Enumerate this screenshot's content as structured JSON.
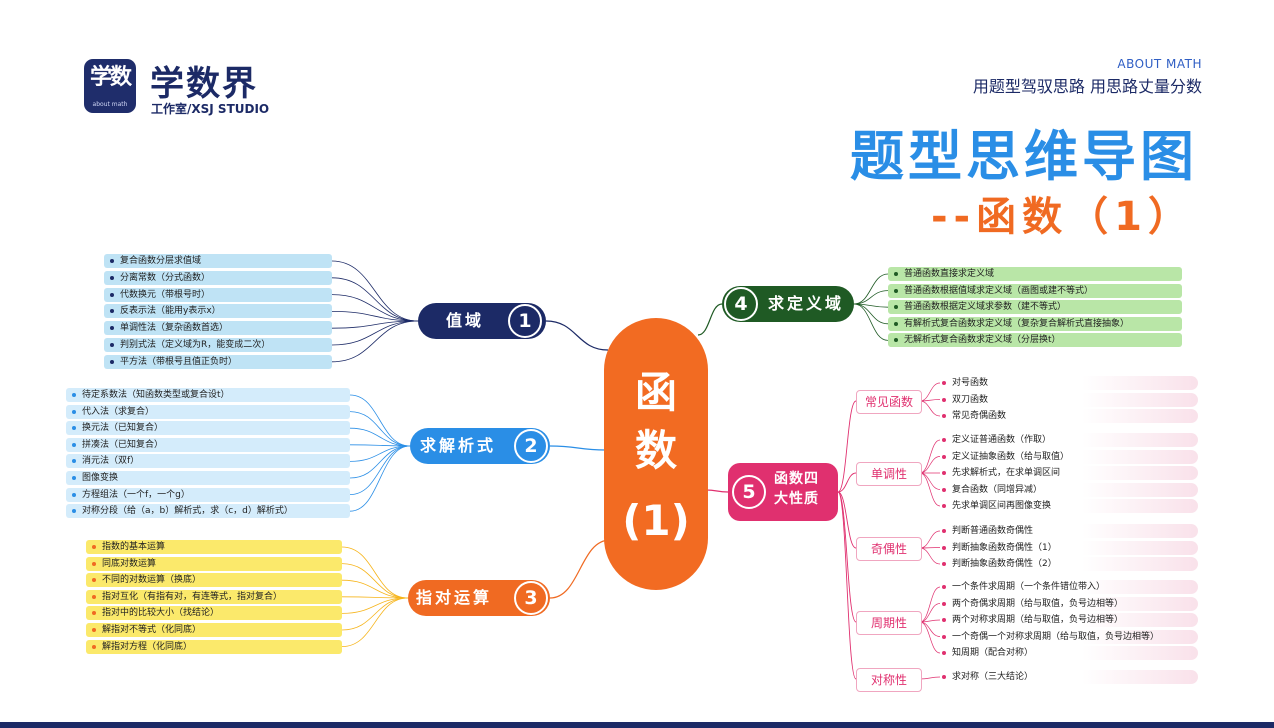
{
  "brand": {
    "logo_glyph": "学数",
    "logo_sub": "about math",
    "title": "学数界",
    "subtitle": "工作室/XSJ STUDIO"
  },
  "header": {
    "about": "ABOUT MATH",
    "slogan": "用题型驾驭思路  用思路丈量分数",
    "title": "题型思维导图",
    "subtitle": "--函数（1）"
  },
  "center": {
    "line1": "函",
    "line2": "数",
    "line3": "(1)"
  },
  "colors": {
    "orange": "#f26b22",
    "navy": "#1c2a66",
    "blue": "#2a8ee6",
    "green": "#1f5a24",
    "pink": "#e0306f",
    "yellow": "#f6b41a"
  },
  "branches": {
    "b1": {
      "label": "值域",
      "num": "1",
      "items": [
        "复合函数分层求值域",
        "分离常数（分式函数）",
        "代数换元（带根号时）",
        "反表示法（能用y表示x）",
        "单调性法（复杂函数首选）",
        "判别式法（定义域为R，能变成二次）",
        "平方法（带根号且值正负时）"
      ]
    },
    "b2": {
      "label": "求解析式",
      "num": "2",
      "items": [
        "待定系数法（知函数类型或复合设t）",
        "代入法（求复合）",
        "换元法（已知复合）",
        "拼凑法（已知复合）",
        "消元法（双f）",
        "图像变换",
        "方程组法（一个f，一个g）",
        "对称分段（给（a，b）解析式，求（c，d）解析式）"
      ]
    },
    "b3": {
      "label": "指对运算",
      "num": "3",
      "items": [
        "指数的基本运算",
        "同底对数运算",
        "不同的对数运算（换底）",
        "指对互化（有指有对，有连等式，指对复合）",
        "指对中的比较大小（找结论）",
        "解指对不等式（化同底）",
        "解指对方程（化同底）"
      ]
    },
    "b4": {
      "label": "求定义域",
      "num": "4",
      "items": [
        "普通函数直接求定义域",
        "普通函数根据值域求定义域（画图或建不等式）",
        "普通函数根据定义域求参数（建不等式）",
        "有解析式复合函数求定义域（复杂复合解析式直接抽象）",
        "无解析式复合函数求定义域（分层换t）"
      ]
    },
    "b5": {
      "label1": "函数四",
      "label2": "大性质",
      "num": "5",
      "groups": [
        {
          "label": "常见函数",
          "items": [
            "对号函数",
            "双刀函数",
            "常见奇偶函数"
          ]
        },
        {
          "label": "单调性",
          "items": [
            "定义证普通函数（作取）",
            "定义证抽象函数（给与取值）",
            "先求解析式，在求单调区间",
            "复合函数（同增异减）",
            "先求单调区间再图像变换"
          ]
        },
        {
          "label": "奇偶性",
          "items": [
            "判断普通函数奇偶性",
            "判断抽象函数奇偶性（1）",
            "判断抽象函数奇偶性（2）"
          ]
        },
        {
          "label": "周期性",
          "items": [
            "一个条件求周期（一个条件错位带入）",
            "两个奇偶求周期（给与取值，负号边相等）",
            "两个对称求周期（给与取值，负号边相等）",
            "一个奇偶一个对称求周期（给与取值，负号边相等）",
            "知周期（配合对称）"
          ]
        },
        {
          "label": "对称性",
          "items": [
            "求对称（三大结论）"
          ]
        }
      ]
    }
  }
}
